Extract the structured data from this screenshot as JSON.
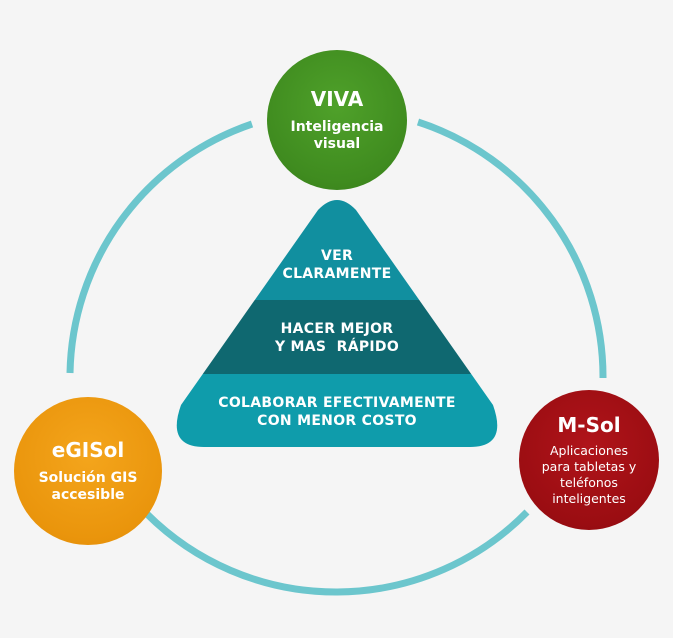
{
  "colors": {
    "background": "#f5f5f5",
    "ring": "#6cc6cd",
    "viva": "#3f8b1f",
    "egisol": "#ea950c",
    "msol": "#9b0d12",
    "pyramid_top": "#118f9f",
    "pyramid_middle": "#0f6870",
    "pyramid_bottom": "#0f9cab"
  },
  "nodes": {
    "viva": {
      "title": "VIVA",
      "subtitle": "Inteligencia visual"
    },
    "egisol": {
      "title": "eGISol",
      "subtitle": "Solución GIS accesible"
    },
    "msol": {
      "title": "M-Sol",
      "subtitle": "Aplicaciones para tabletas y teléfonos inteligentes"
    }
  },
  "pyramid": {
    "top": {
      "line1": "VER",
      "line2": "CLARAMENTE"
    },
    "middle": {
      "line1": "HACER MEJOR",
      "line2": "Y MAS  RÁPIDO"
    },
    "bottom": {
      "line1": "COLABORAR EFECTIVAMENTE",
      "line2": "CON MENOR COSTO"
    }
  }
}
